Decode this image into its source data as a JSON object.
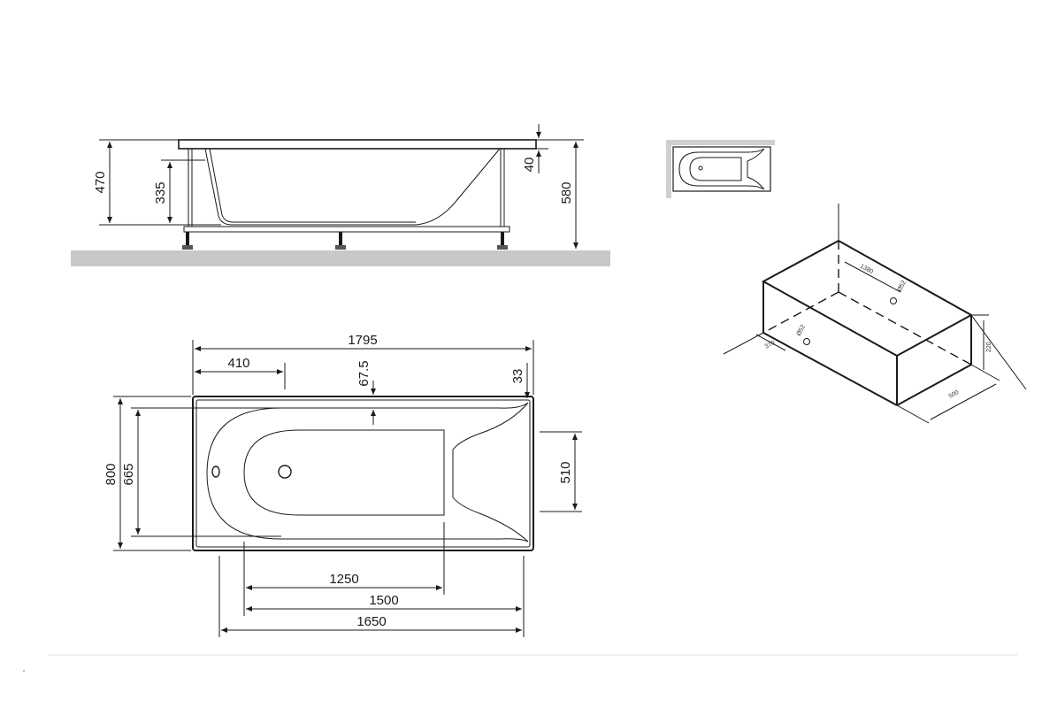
{
  "colors": {
    "line": "#1a1a1a",
    "floor": "#c8c8c8",
    "thumb_frame": "#cfcfcf",
    "divider": "#dddddd"
  },
  "side_view": {
    "dims": {
      "overall_height": "470",
      "inner_depth": "335",
      "rim_thickness": "40",
      "total_height": "580"
    }
  },
  "top_view": {
    "dims": {
      "length": "1795",
      "drain_offset": "410",
      "edge_offset_a": "67.5",
      "edge_offset_b": "33",
      "width": "800",
      "inner_width": "665",
      "headrest_width": "510",
      "bottom_length_a": "1250",
      "bottom_length_b": "1500",
      "bottom_length_c": "1650"
    }
  },
  "iso_view": {
    "labels": {
      "top_dim": "1380",
      "label_left": "370",
      "label_right": "500",
      "label_height": "220",
      "marker_a": "Ø52",
      "marker_b": "Ø52"
    }
  }
}
